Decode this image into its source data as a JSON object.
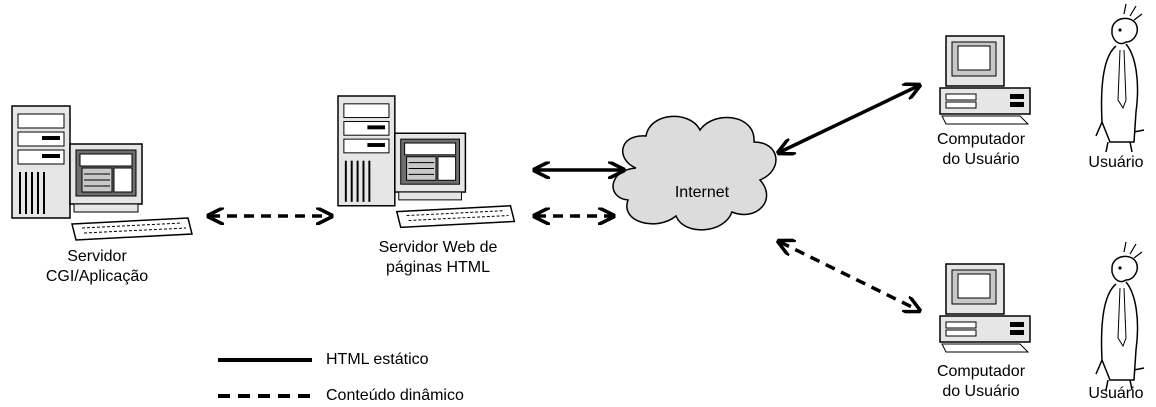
{
  "diagram": {
    "nodes": {
      "cgi_server": {
        "line1": "Servidor",
        "line2": "CGI/Aplicação",
        "icon": "server-workstation-icon"
      },
      "web_server": {
        "line1": "Servidor Web de",
        "line2": "páginas HTML",
        "icon": "server-workstation-icon"
      },
      "internet": {
        "label": "Internet",
        "icon": "cloud-icon"
      },
      "computer_top": {
        "line1": "Computador",
        "line2": "do Usuário",
        "icon": "desktop-computer-icon"
      },
      "computer_bottom": {
        "line1": "Computador",
        "line2": "do Usuário",
        "icon": "desktop-computer-icon"
      },
      "user_top": {
        "label": "Usuário",
        "icon": "person-icon"
      },
      "user_bottom": {
        "label": "Usuário",
        "icon": "person-icon"
      }
    },
    "legend": {
      "solid": "HTML estático",
      "dashed": "Conteúdo dinâmico"
    },
    "colors": {
      "stroke": "#000000",
      "cloud_fill": "#dcdcdc",
      "screen_fill": "#c8c8c8",
      "body_fill": "#e6e6e6",
      "screen_dark": "#6e6e6e"
    }
  }
}
